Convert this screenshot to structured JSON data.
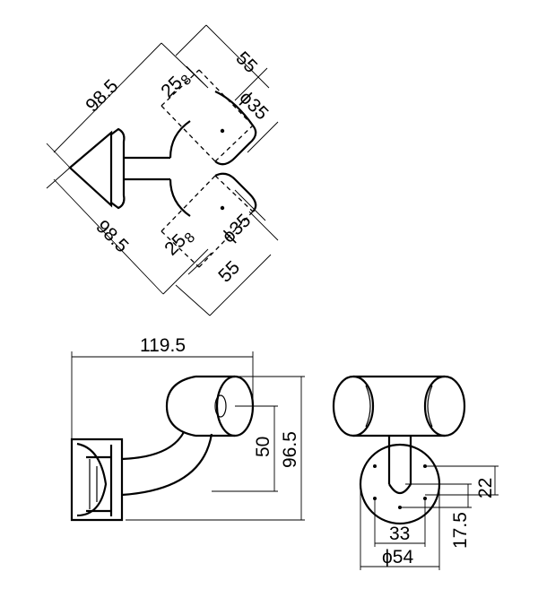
{
  "top_view": {
    "dim_overall_upper": "98.5",
    "dim_overall_lower": "98.5",
    "dim_arm_upper": "55",
    "dim_arm_lower": "55",
    "dim_offset_upper": "25",
    "dim_offset_lower": "25",
    "dim_small_upper": "8",
    "dim_small_lower": "8",
    "dim_dia_upper": "ϕ35",
    "dim_dia_lower": "ϕ35"
  },
  "side_view": {
    "dim_length": "119.5",
    "dim_height_short": "50",
    "dim_height_total": "96.5"
  },
  "front_view": {
    "dim_hole_vertical": "22",
    "dim_base_offset": "17.5",
    "dim_hole_horizontal": "33",
    "dim_base_dia": "ϕ54"
  }
}
